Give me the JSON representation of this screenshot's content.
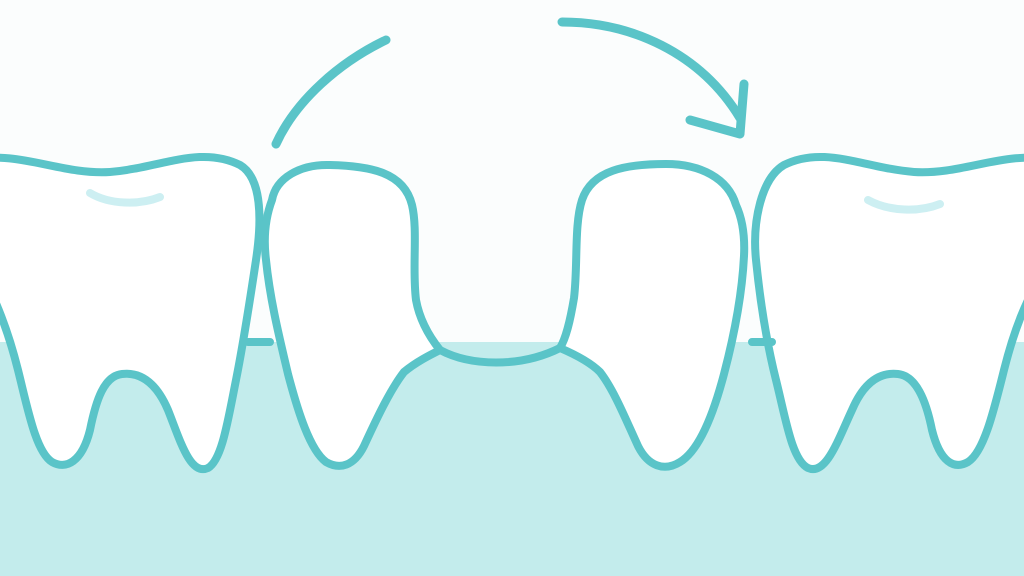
{
  "illustration": {
    "subject": "dental-diagram",
    "teeth": [
      {
        "id": "left-molar",
        "kind": "molar"
      },
      {
        "id": "left-inner-tooth",
        "kind": "premolar"
      },
      {
        "id": "right-inner-tooth",
        "kind": "premolar"
      },
      {
        "id": "right-molar",
        "kind": "molar"
      }
    ],
    "arrows": [
      {
        "id": "left-arc",
        "head": false
      },
      {
        "id": "right-arc",
        "head": true
      }
    ],
    "colors": {
      "background": "#fbfdfd",
      "outline": "#5ac4c8",
      "gum_fill": "#c3ecec",
      "lower_band": "#b6e6e6",
      "tooth_fill": "#ffffff",
      "shine": "#cdeff2"
    },
    "icons": [
      "tooth-icon",
      "curved-arrow-icon"
    ]
  }
}
